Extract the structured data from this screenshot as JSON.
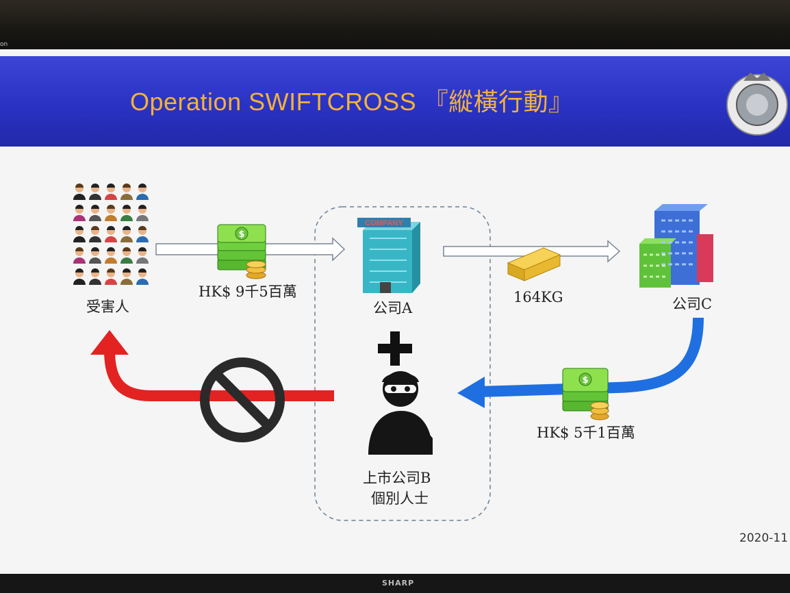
{
  "title": "Operation SWIFTCROSS 『縱橫行動』",
  "nodes": {
    "victims": "受害人",
    "company_a": "公司A",
    "company_c": "公司C",
    "company_b": "上市公司B",
    "individuals": "個別人士"
  },
  "flows": {
    "money_in": "HK$ 9千5百萬",
    "gold": "164KG",
    "money_out": "HK$ 5千1百萬"
  },
  "icons": {
    "company_sign": "COMPANY",
    "bill_symbol": "$"
  },
  "date": "2020-11",
  "monitor_brand": "SHARP",
  "corner_text": "on",
  "colors": {
    "title": "#f3b23a",
    "banner": "#2a32c4",
    "red_arrow": "#e32222",
    "blue_arrow": "#1f6fe0"
  }
}
